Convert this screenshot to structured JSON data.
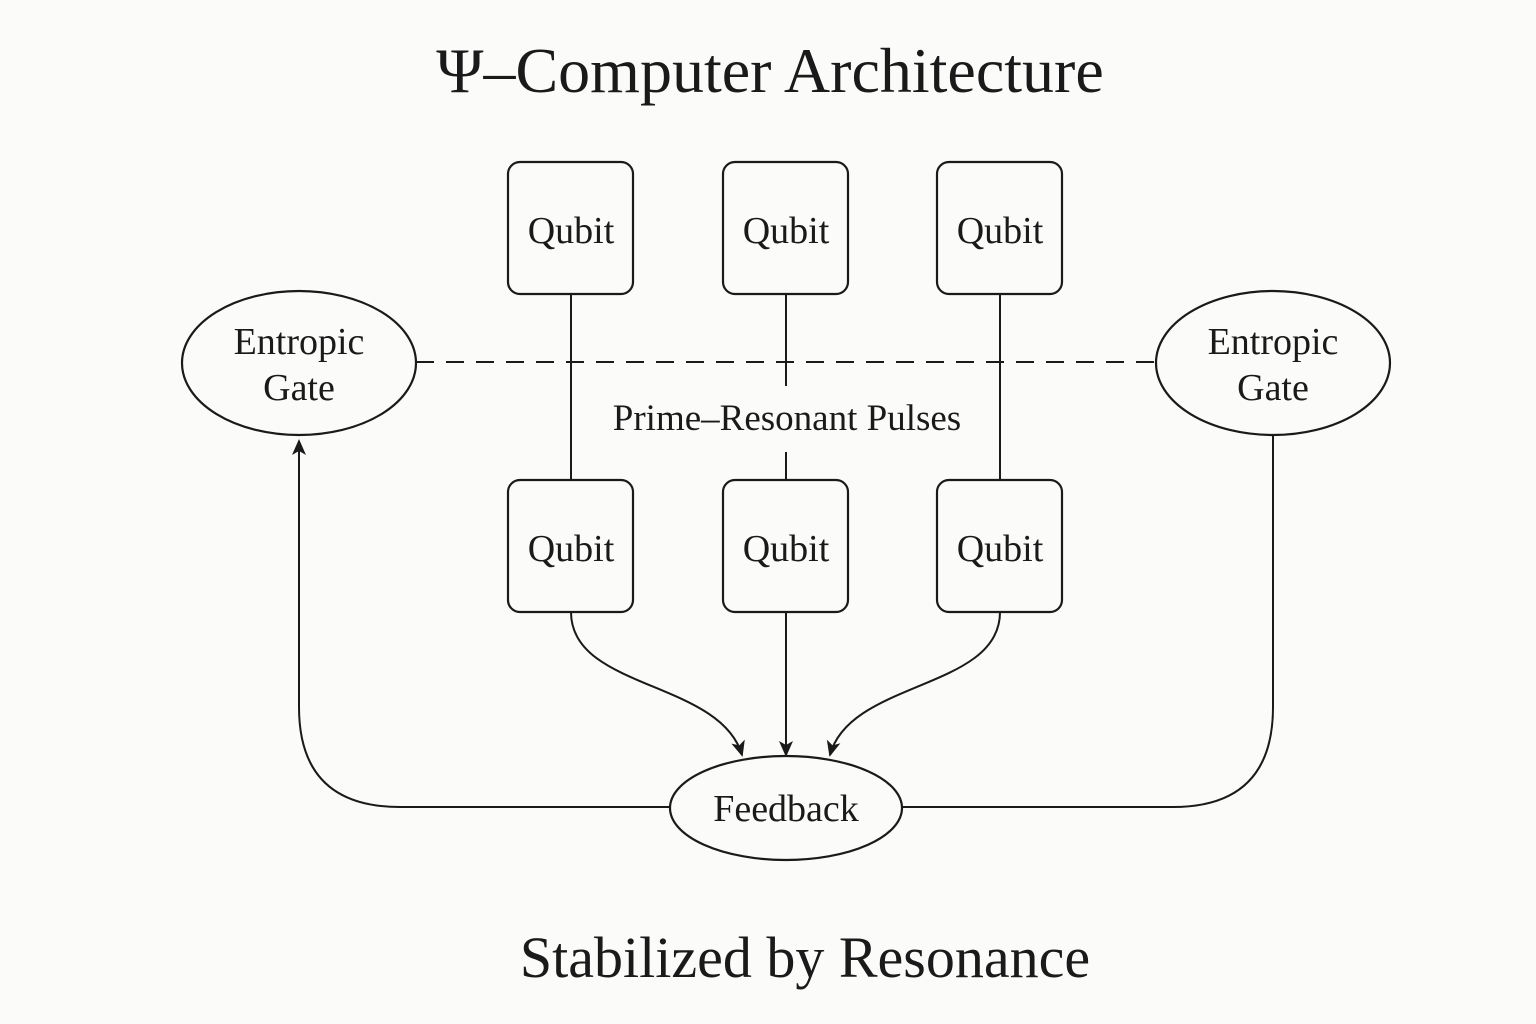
{
  "title": "Ψ–Computer Architecture",
  "caption": "Stabilized by Resonance",
  "qubits": {
    "top": [
      "Qubit",
      "Qubit",
      "Qubit"
    ],
    "bottom": [
      "Qubit",
      "Qubit",
      "Qubit"
    ]
  },
  "gates": {
    "left": {
      "line1": "Entropic",
      "line2": "Gate"
    },
    "right": {
      "line1": "Entropic",
      "line2": "Gate"
    }
  },
  "pulses_label": "Prime–Resonant Pulses",
  "feedback_label": "Feedback",
  "colors": {
    "background": "#fbfbfa",
    "ink": "#1a1a1a"
  }
}
